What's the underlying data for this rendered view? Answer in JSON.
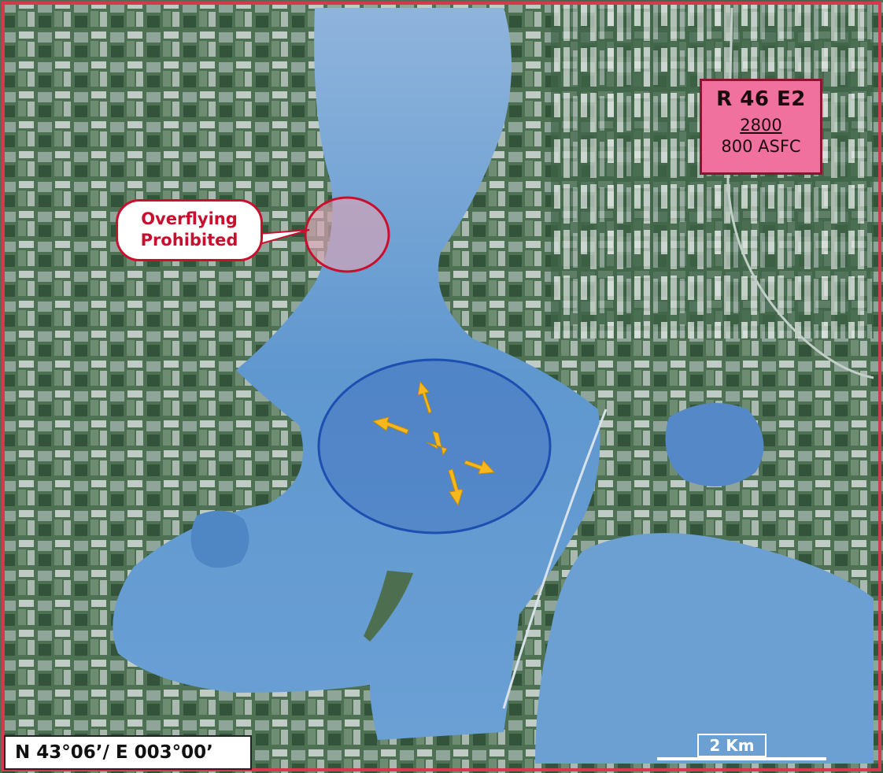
{
  "airspace": {
    "designator": "R 46 E2",
    "upper_limit": "2800",
    "lower_limit": "800 ASFC"
  },
  "warning": {
    "line1": "Overflying",
    "line2": "Prohibited"
  },
  "coordinates": "N 43°06’/ E 003°00’",
  "scale": {
    "label": "2 Km"
  },
  "colors": {
    "restricted_zone": "#f0709e",
    "restricted_border": "#8a1530",
    "warning_red": "#c8102e",
    "activity_area": "#1c4fb0",
    "arrow": "#f7b81f",
    "water": "#5f97cf",
    "land": "#4b6e50"
  }
}
